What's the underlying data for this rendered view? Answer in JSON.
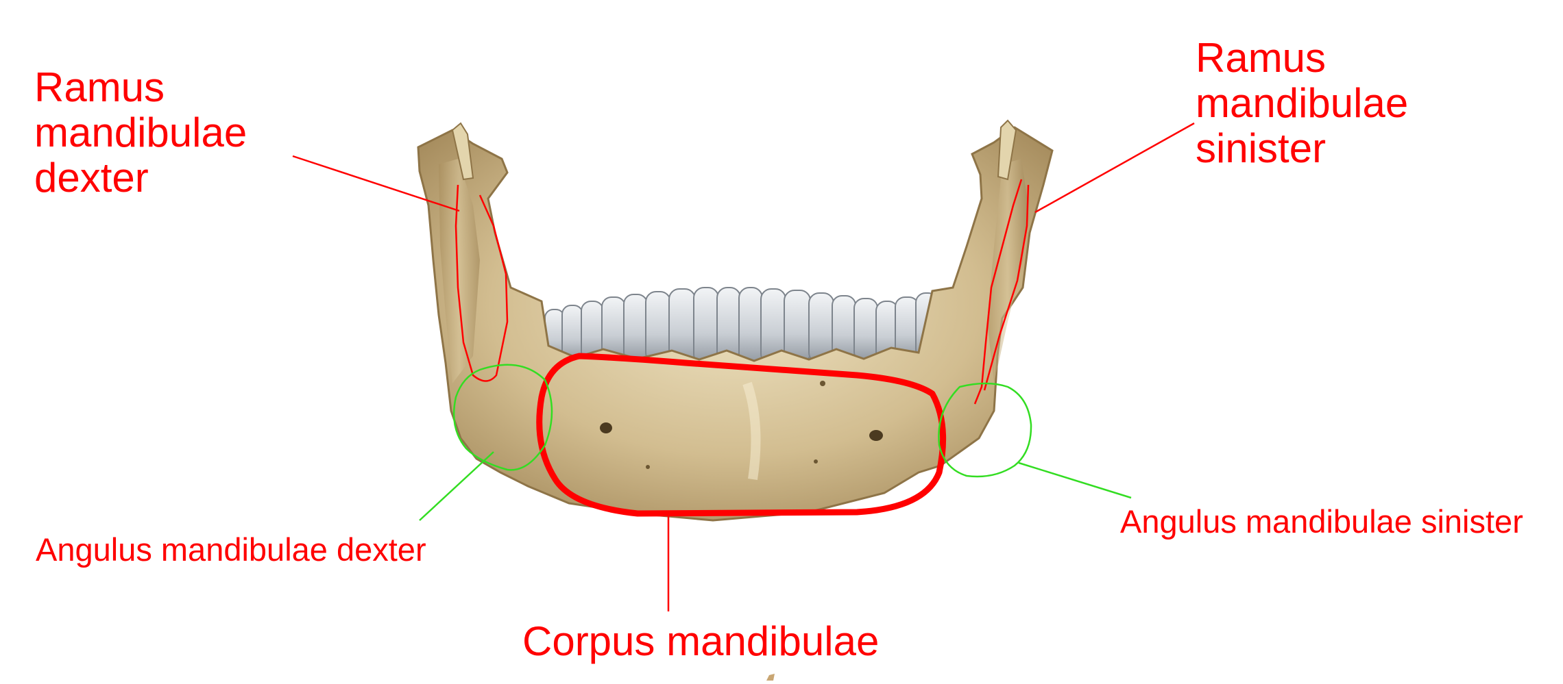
{
  "labels": {
    "ramus_dexter": "Ramus\nmandibulae\ndexter",
    "ramus_sinister": "Ramus\nmandibulae\nsinister",
    "angulus_dexter": "Angulus mandibulae dexter",
    "angulus_sinister": "Angulus mandibulae sinister",
    "corpus": "Corpus mandibulae"
  },
  "colors": {
    "annotation_red": "#ff0000",
    "annotation_green": "#33dd22",
    "bone": "#c9b386",
    "bone_light": "#e8dcb8",
    "bone_shadow": "#8e7447",
    "tooth": "#cfd3d8",
    "tooth_shadow": "#8d949c"
  }
}
